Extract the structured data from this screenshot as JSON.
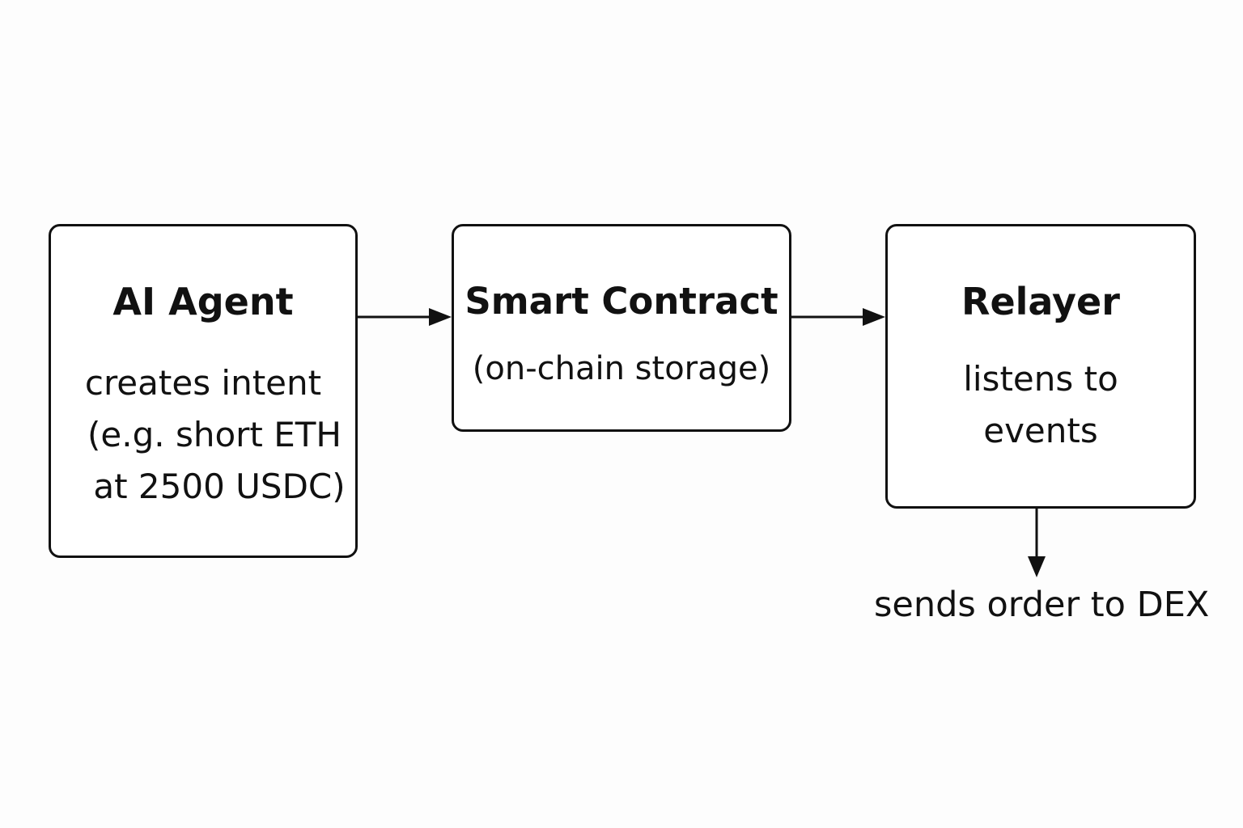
{
  "diagram": {
    "nodes": [
      {
        "id": "agent",
        "title": "AI Agent",
        "lines": [
          "creates intent",
          "(e.g. short ETH",
          "at 2500 USDC)"
        ]
      },
      {
        "id": "contract",
        "title": "Smart Contract",
        "lines": [
          "(on-chain storage)"
        ]
      },
      {
        "id": "relayer",
        "title": "Relayer",
        "lines": [
          "listens to",
          "events"
        ]
      }
    ],
    "edges": [
      {
        "from": "agent",
        "to": "contract"
      },
      {
        "from": "contract",
        "to": "relayer"
      },
      {
        "from": "relayer",
        "to": "outcome"
      }
    ],
    "outcome": "sends order to DEX"
  }
}
